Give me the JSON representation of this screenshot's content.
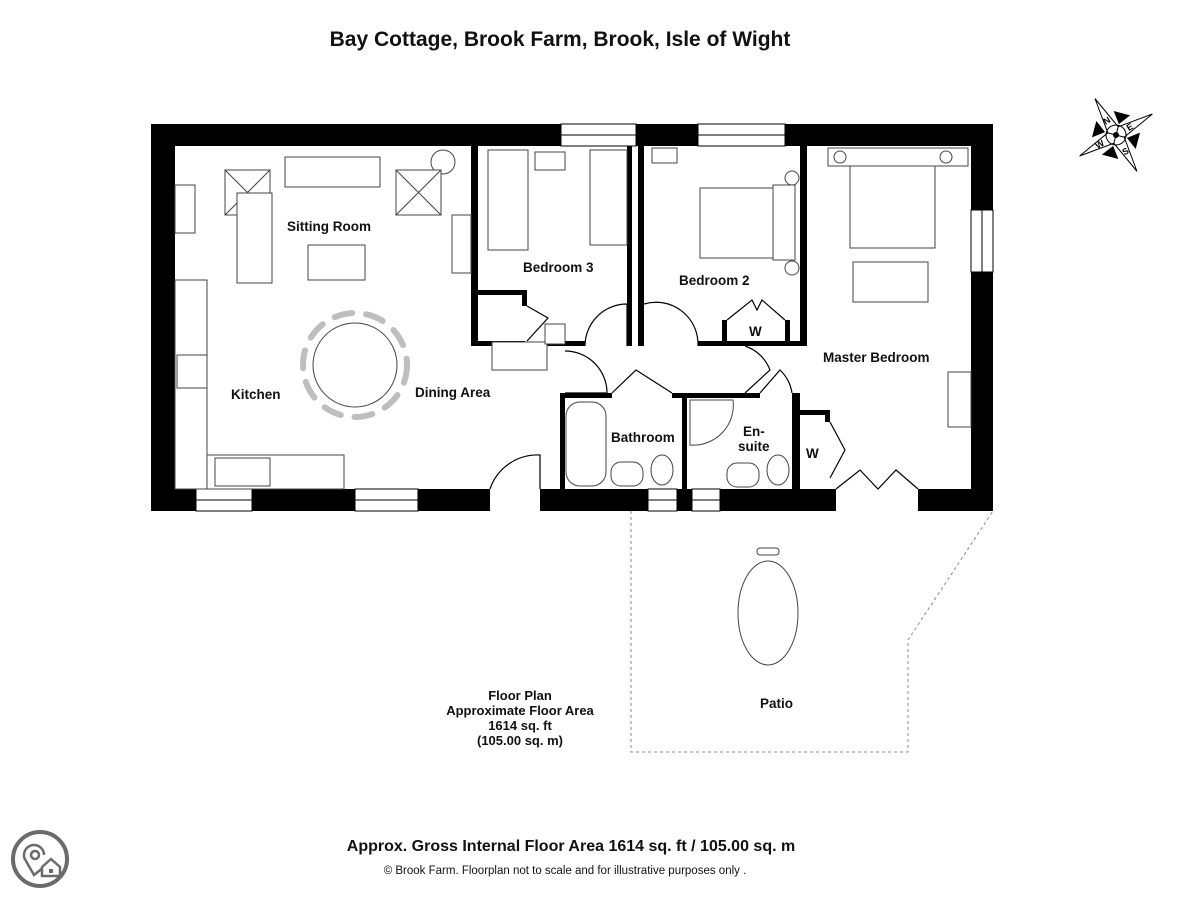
{
  "title": "Bay Cottage, Brook Farm, Brook, Isle of Wight",
  "rooms": {
    "sitting_room": "Sitting Room",
    "bedroom3": "Bedroom 3",
    "bedroom2": "Bedroom 2",
    "master": "Master Bedroom",
    "kitchen": "Kitchen",
    "dining": "Dining Area",
    "bathroom": "Bathroom",
    "ensuite_1": "En-",
    "ensuite_2": "suite",
    "wardrobe1": "W",
    "wardrobe2": "W",
    "patio": "Patio"
  },
  "compass": {
    "n": "N",
    "s": "S",
    "e": "E",
    "w": "W"
  },
  "floor_area": {
    "line1": "Floor Plan",
    "line2": "Approximate Floor Area",
    "line3": "1614 sq. ft",
    "line4": "(105.00 sq. m)"
  },
  "footer": {
    "gross": "Approx. Gross Internal Floor Area 1614 sq. ft / 105.00 sq. m",
    "disclaimer": "© Brook Farm. Floorplan not to scale and for illustrative purposes only ."
  },
  "colors": {
    "wall": "#000000",
    "logo": "#6b6b6b"
  }
}
